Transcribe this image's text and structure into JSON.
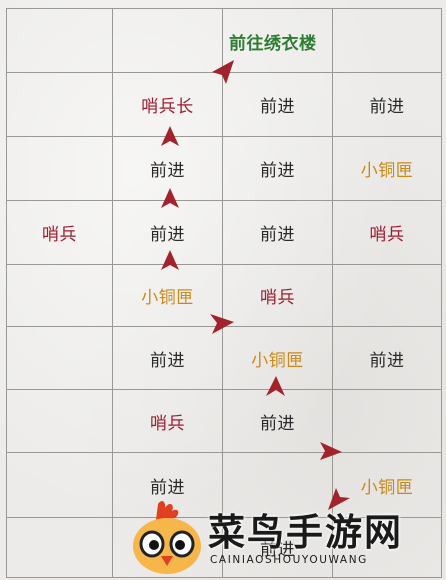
{
  "destination": "前往绣衣楼",
  "board": [
    [
      "",
      "",
      "",
      ""
    ],
    [
      "",
      "哨兵长",
      "前进",
      "前进"
    ],
    [
      "",
      "前进",
      "前进",
      "小铜匣"
    ],
    [
      "哨兵",
      "前进",
      "前进",
      "哨兵"
    ],
    [
      "",
      "小铜匣",
      "哨兵",
      ""
    ],
    [
      "",
      "前进",
      "小铜匣",
      "前进"
    ],
    [
      "",
      "哨兵",
      "前进",
      ""
    ],
    [
      "",
      "前进",
      "",
      "小铜匣"
    ],
    [
      "",
      "",
      "前进",
      ""
    ]
  ],
  "cell_types": {
    "前进": "forward",
    "哨兵": "sentry",
    "哨兵长": "sentry",
    "小铜匣": "chest"
  },
  "colors": {
    "forward": "#2a2a2a",
    "sentry": "#9e1c2f",
    "chest": "#c98a1a",
    "destination": "#2e7d32",
    "arrow": "#a3232c"
  },
  "watermark": {
    "title": "菜鸟手游网",
    "subtitle": "CAINIAOSHOUYOUWANG",
    "logo_icon": "chicken-mascot-icon"
  }
}
